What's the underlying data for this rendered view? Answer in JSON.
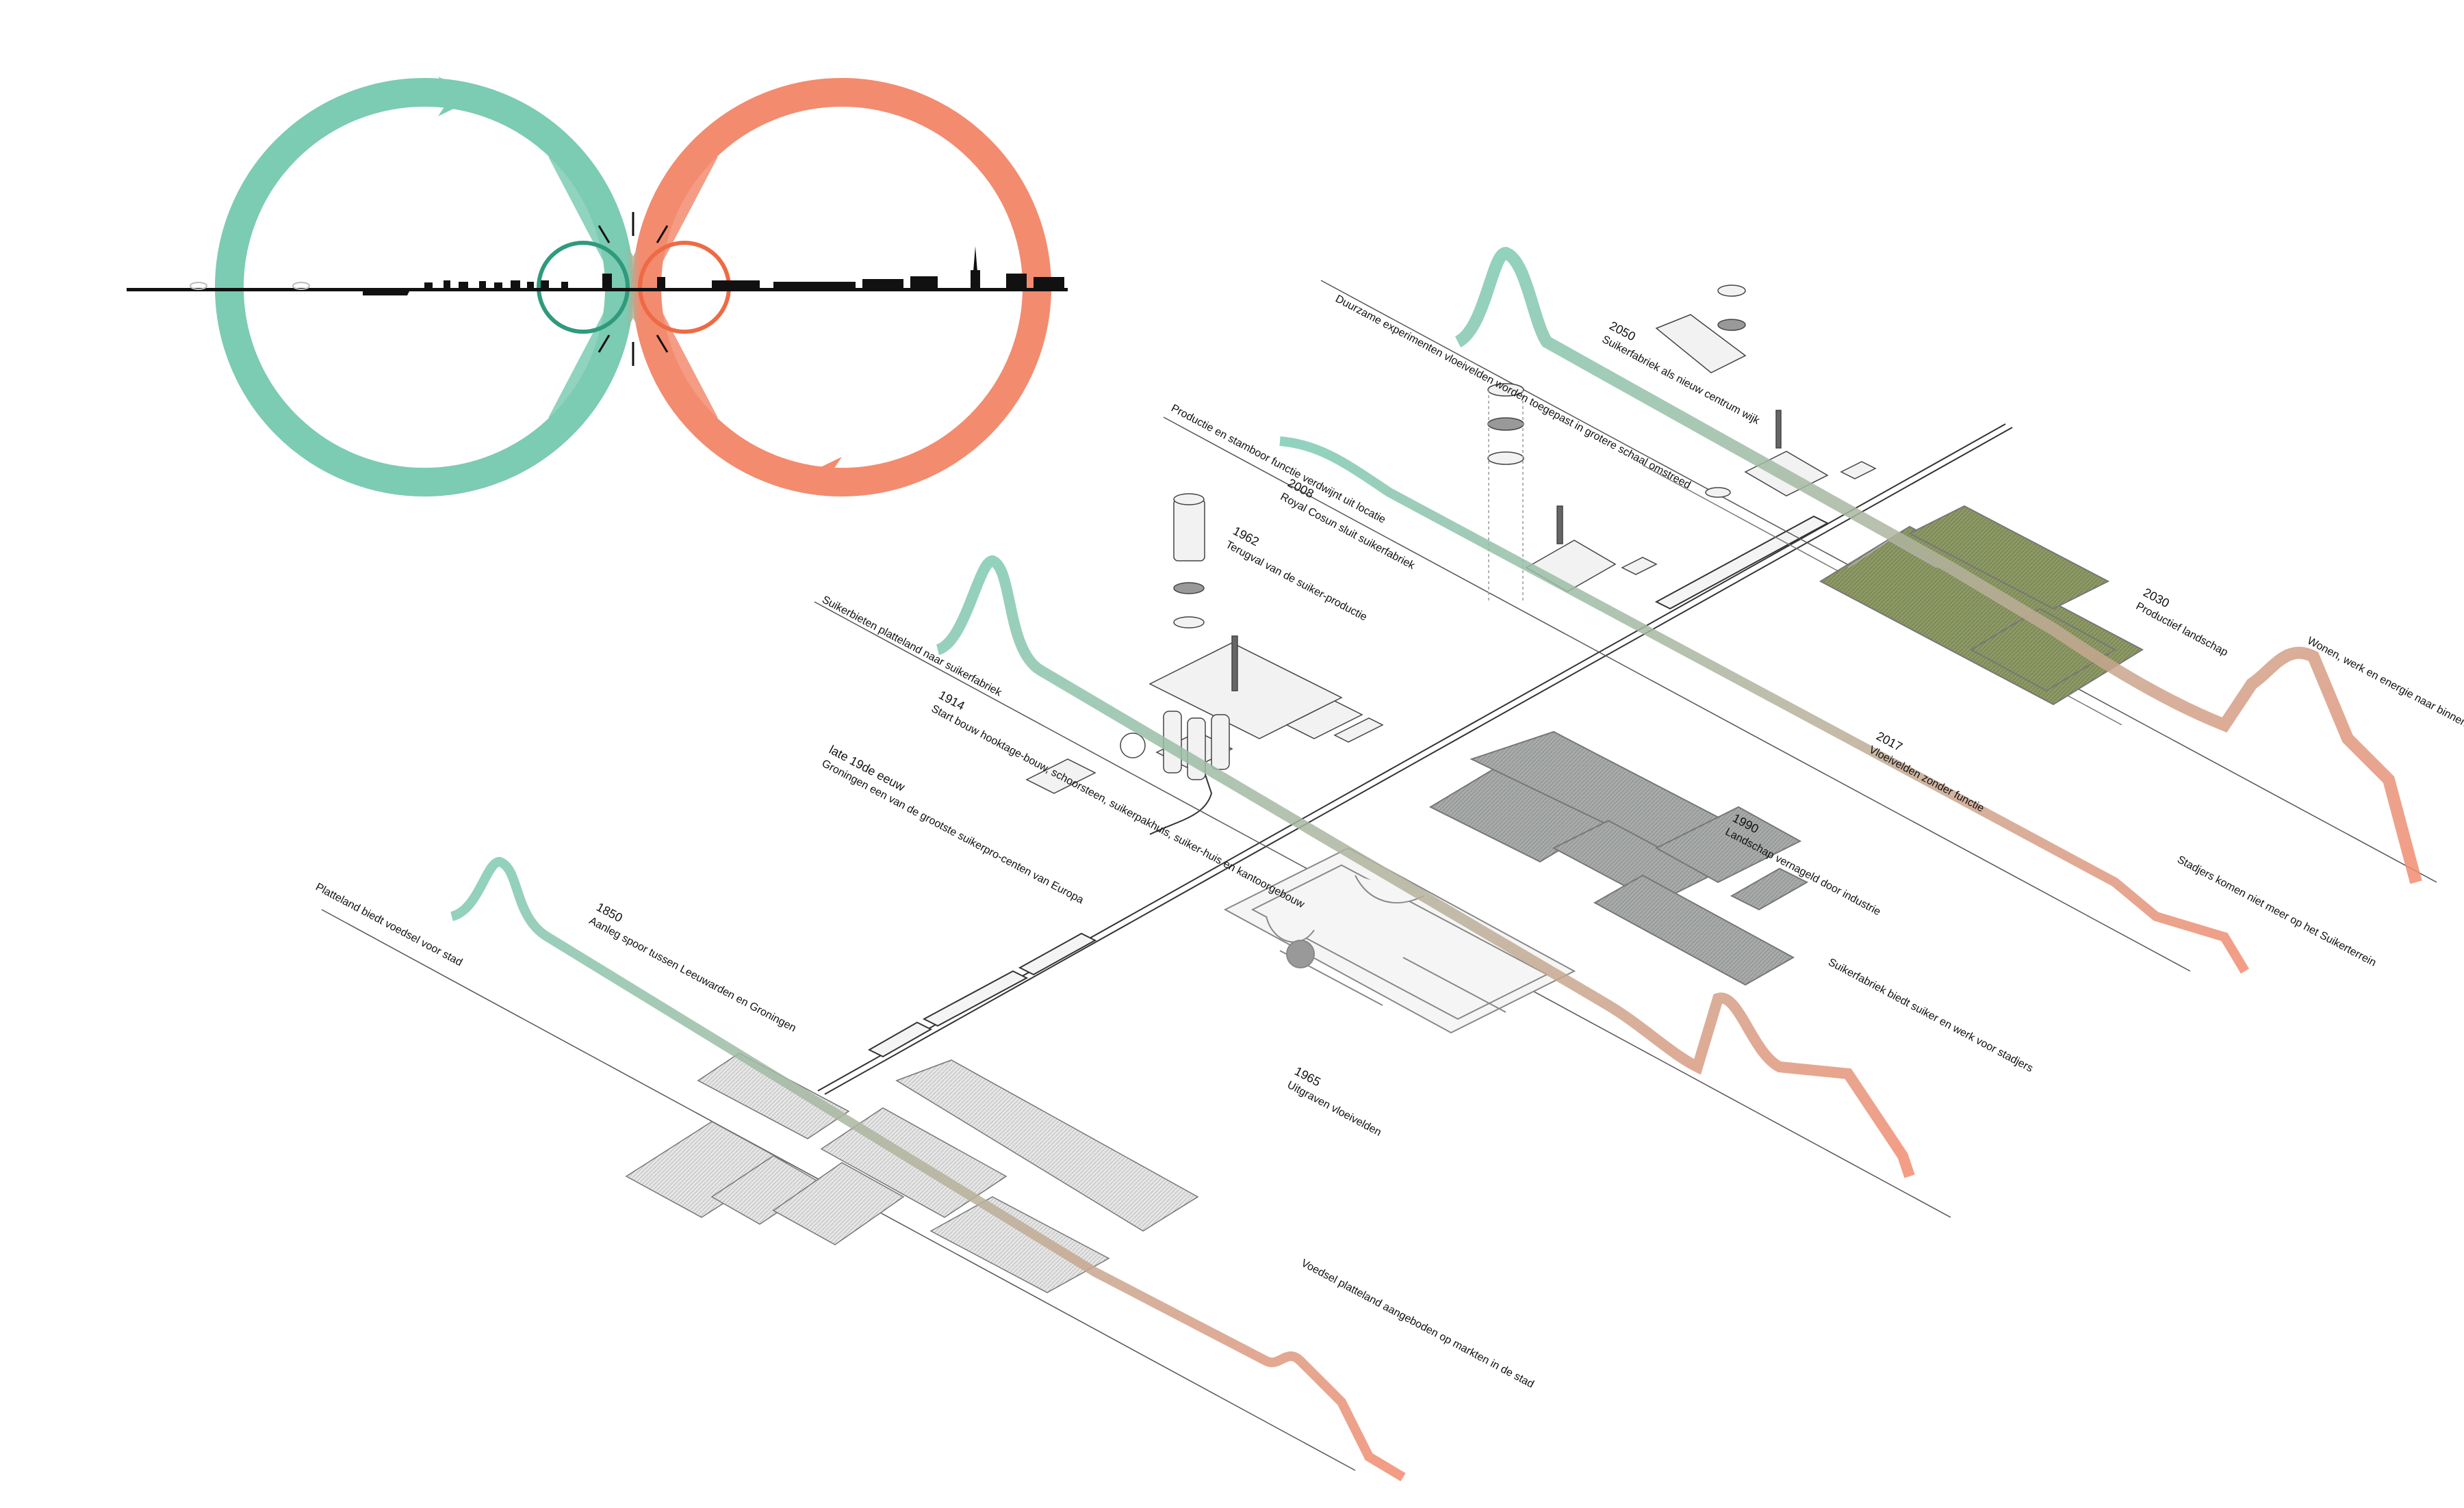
{
  "colors": {
    "food_green": "#7ccbb3",
    "city_red": "#f38b6f",
    "line": "#222222",
    "field_grey": "#cfcfcf",
    "field_green": "#8d9a66"
  },
  "infinity": {
    "left_color": "#7ccbb3",
    "right_color": "#f38b6f"
  },
  "labels": {
    "platteland": "Platteland biedt voedsel voor stad",
    "y1850": "1850",
    "t1850": "Aanleg spoor tussen Leeuwarden en Groningen",
    "suikerbieten": "Suikerbieten platteland naar suikerfabriek",
    "y1914": "1914",
    "t1914": "Start bouw hooktage-bouw, schoorsteen, suikerpakhuis, suiker-huis en kantoorgebouw",
    "yLate19": "late 19de eeuw",
    "tLate19": "Groningen een van de grootste suikerpro-centen van Europa",
    "y1962": "1962",
    "t1962": "Terugval van de suiker-productie",
    "y2008": "2008",
    "t2008": "Royal Cosun sluit suikerfabriek",
    "productie": "Productie en stamboor functie verdwijnt uit locatie",
    "duurzame": "Duurzame experimenten vloeivelden worden toegepast in grotere schaal omstreed",
    "y2050": "2050",
    "t2050": "Suikerfabriek als nieuw centrum wijk",
    "y1965": "1965",
    "t1965": "Uitgraven vloeivelden",
    "y1990": "1990",
    "t1990": "Landschap vernageld door industrie",
    "y2017": "2017",
    "t2017": "Vloeivelden zonder functie",
    "y2030": "2030",
    "t2030": "Productief landschap",
    "voedsel": "Voedsel platteland aangeboden op markten in de stad",
    "suikerfabriek_biedt": "Suikerfabriek biedt suiker en werk voor stadjers",
    "stadjers": "Stadjers komen niet meer op het Suikerterrein",
    "wonen": "Wonen, werk en energie naar binnenstad"
  }
}
